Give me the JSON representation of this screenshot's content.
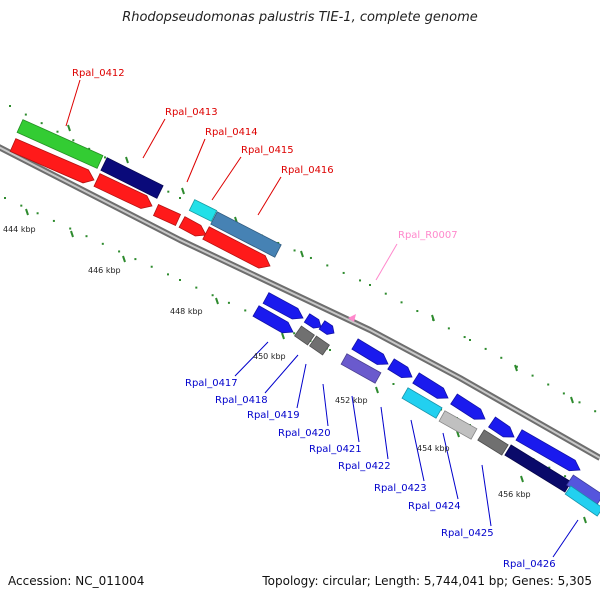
{
  "title": "Rhodopseudomonas palustris TIE-1, complete genome",
  "footer": {
    "accession": "Accession: NC_011004",
    "topology": "Topology: circular; Length: 5,744,041 bp; Genes: 5,305"
  },
  "colors": {
    "backbone": "#8a8a8a",
    "tick": "#2e8b2e",
    "upper_label": "#dd0000",
    "lower_label": "#0000cc",
    "rna_label": "#ff88cc"
  },
  "scale_labels": [
    "444 kbp",
    "446 kbp",
    "448 kbp",
    "450 kbp",
    "452 kbp",
    "454 kbp",
    "456 kbp"
  ],
  "upper_genes": [
    {
      "label": "Rpal_0412",
      "color": "#33cc33"
    },
    {
      "label": "Rpal_0413",
      "color": "#0a0a7a"
    },
    {
      "label": "Rpal_0414",
      "color": "#ff1a1a"
    },
    {
      "label": "Rpal_0415",
      "color": "#22e0e8"
    },
    {
      "label": "Rpal_0416",
      "color": "#4682b4"
    }
  ],
  "rna_gene": {
    "label": "Rpal_R0007",
    "color": "#ff88cc"
  },
  "lower_genes": [
    {
      "label": "Rpal_0417"
    },
    {
      "label": "Rpal_0418"
    },
    {
      "label": "Rpal_0419"
    },
    {
      "label": "Rpal_0420"
    },
    {
      "label": "Rpal_0421"
    },
    {
      "label": "Rpal_0422"
    },
    {
      "label": "Rpal_0423"
    },
    {
      "label": "Rpal_0424"
    },
    {
      "label": "Rpal_0425"
    },
    {
      "label": "Rpal_0426"
    }
  ]
}
